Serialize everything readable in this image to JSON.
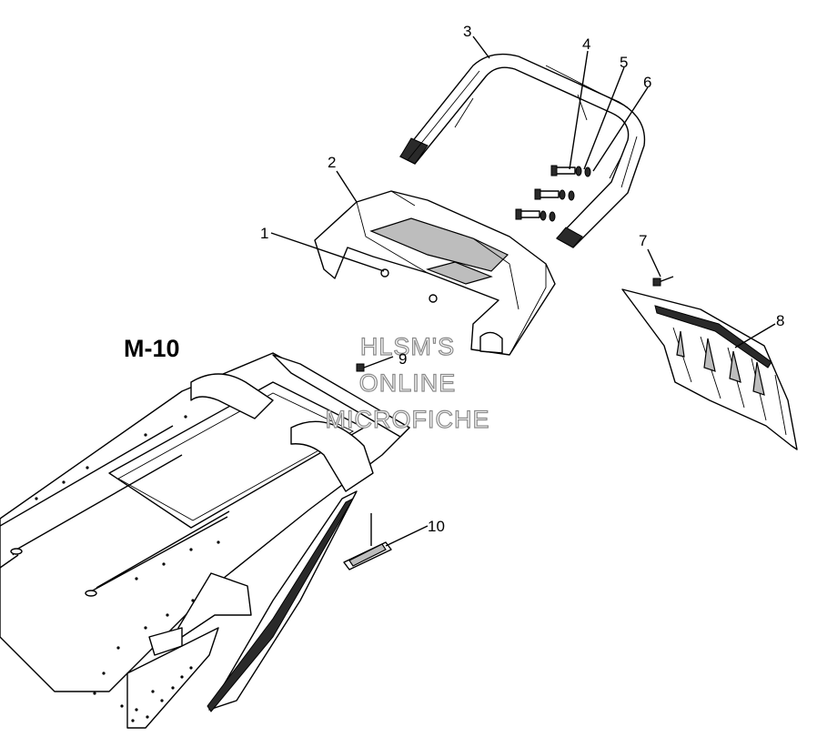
{
  "diagram": {
    "title": "M-10",
    "watermark": [
      "HLSM'S",
      "ONLINE",
      "MICROFICHE"
    ],
    "callouts": [
      "1",
      "2",
      "3",
      "4",
      "5",
      "6",
      "7",
      "8",
      "9",
      "10"
    ]
  }
}
